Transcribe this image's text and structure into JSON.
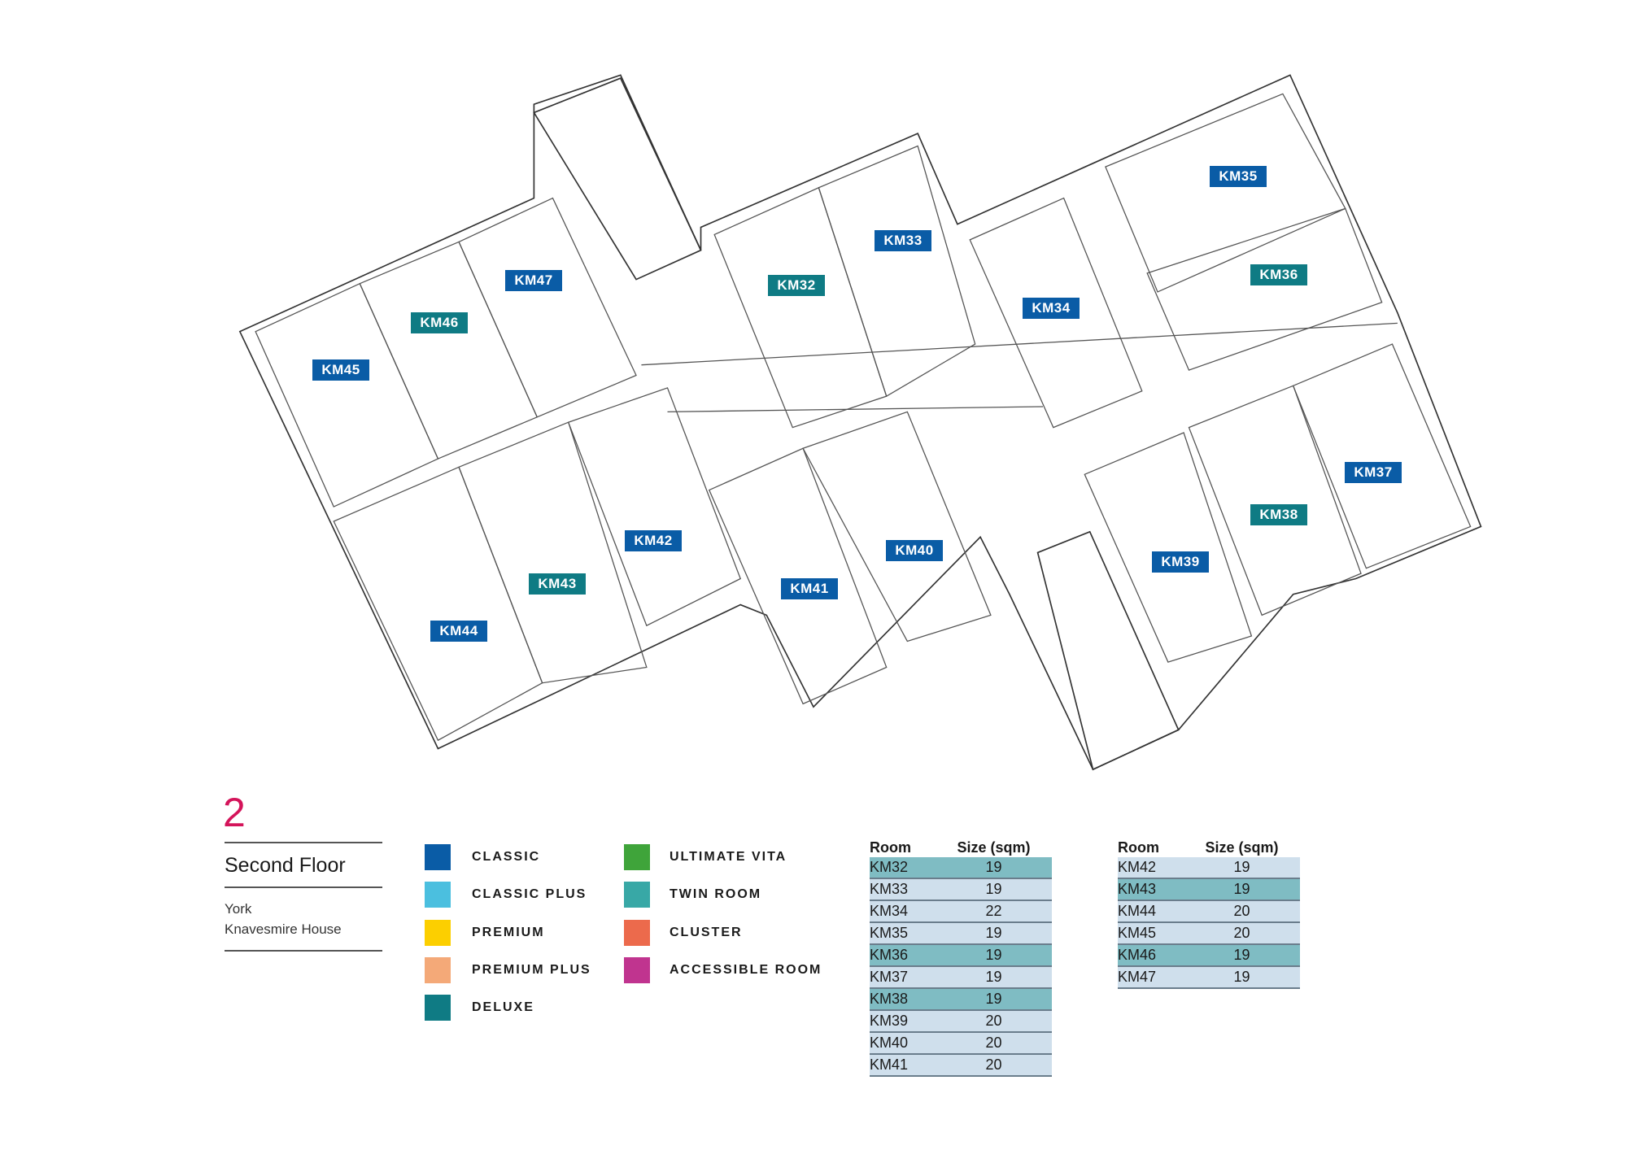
{
  "floor": {
    "number": "2",
    "name": "Second Floor",
    "city": "York",
    "building": "Knavesmire House"
  },
  "colors": {
    "classic": "#0a5ca6",
    "deluxe": "#0f7b84",
    "floor_number": "#d4145a"
  },
  "rooms": [
    {
      "id": "KM35",
      "type": "classic"
    },
    {
      "id": "KM33",
      "type": "classic"
    },
    {
      "id": "KM36",
      "type": "deluxe"
    },
    {
      "id": "KM47",
      "type": "classic"
    },
    {
      "id": "KM32",
      "type": "deluxe"
    },
    {
      "id": "KM34",
      "type": "classic"
    },
    {
      "id": "KM46",
      "type": "deluxe"
    },
    {
      "id": "KM45",
      "type": "classic"
    },
    {
      "id": "KM37",
      "type": "classic"
    },
    {
      "id": "KM38",
      "type": "deluxe"
    },
    {
      "id": "KM42",
      "type": "classic"
    },
    {
      "id": "KM40",
      "type": "classic"
    },
    {
      "id": "KM39",
      "type": "classic"
    },
    {
      "id": "KM43",
      "type": "deluxe"
    },
    {
      "id": "KM41",
      "type": "classic"
    },
    {
      "id": "KM44",
      "type": "classic"
    }
  ],
  "legend": [
    {
      "label": "CLASSIC",
      "color": "#0a5ca6"
    },
    {
      "label": "CLASSIC PLUS",
      "color": "#4bbfdf"
    },
    {
      "label": "PREMIUM",
      "color": "#fccf00"
    },
    {
      "label": "PREMIUM PLUS",
      "color": "#f4a978"
    },
    {
      "label": "DELUXE",
      "color": "#0f7b84"
    },
    {
      "label": "ULTIMATE VITA",
      "color": "#3fa43a"
    },
    {
      "label": "TWIN ROOM",
      "color": "#38a8a6"
    },
    {
      "label": "CLUSTER",
      "color": "#ec6a4c"
    },
    {
      "label": "ACCESSIBLE ROOM",
      "color": "#c0348f"
    }
  ],
  "tables": [
    {
      "headers": [
        "Room",
        "Size (sqm)"
      ],
      "rows": [
        {
          "room": "KM32",
          "size": "19",
          "twin": true
        },
        {
          "room": "KM33",
          "size": "19",
          "twin": false
        },
        {
          "room": "KM34",
          "size": "22",
          "twin": false
        },
        {
          "room": "KM35",
          "size": "19",
          "twin": false
        },
        {
          "room": "KM36",
          "size": "19",
          "twin": true
        },
        {
          "room": "KM37",
          "size": "19",
          "twin": false
        },
        {
          "room": "KM38",
          "size": "19",
          "twin": true
        },
        {
          "room": "KM39",
          "size": "20",
          "twin": false
        },
        {
          "room": "KM40",
          "size": "20",
          "twin": false
        },
        {
          "room": "KM41",
          "size": "20",
          "twin": false
        }
      ]
    },
    {
      "headers": [
        "Room",
        "Size (sqm)"
      ],
      "rows": [
        {
          "room": "KM42",
          "size": "19",
          "twin": false
        },
        {
          "room": "KM43",
          "size": "19",
          "twin": true
        },
        {
          "room": "KM44",
          "size": "20",
          "twin": false
        },
        {
          "room": "KM45",
          "size": "20",
          "twin": false
        },
        {
          "room": "KM46",
          "size": "19",
          "twin": true
        },
        {
          "room": "KM47",
          "size": "19",
          "twin": false
        }
      ]
    }
  ]
}
